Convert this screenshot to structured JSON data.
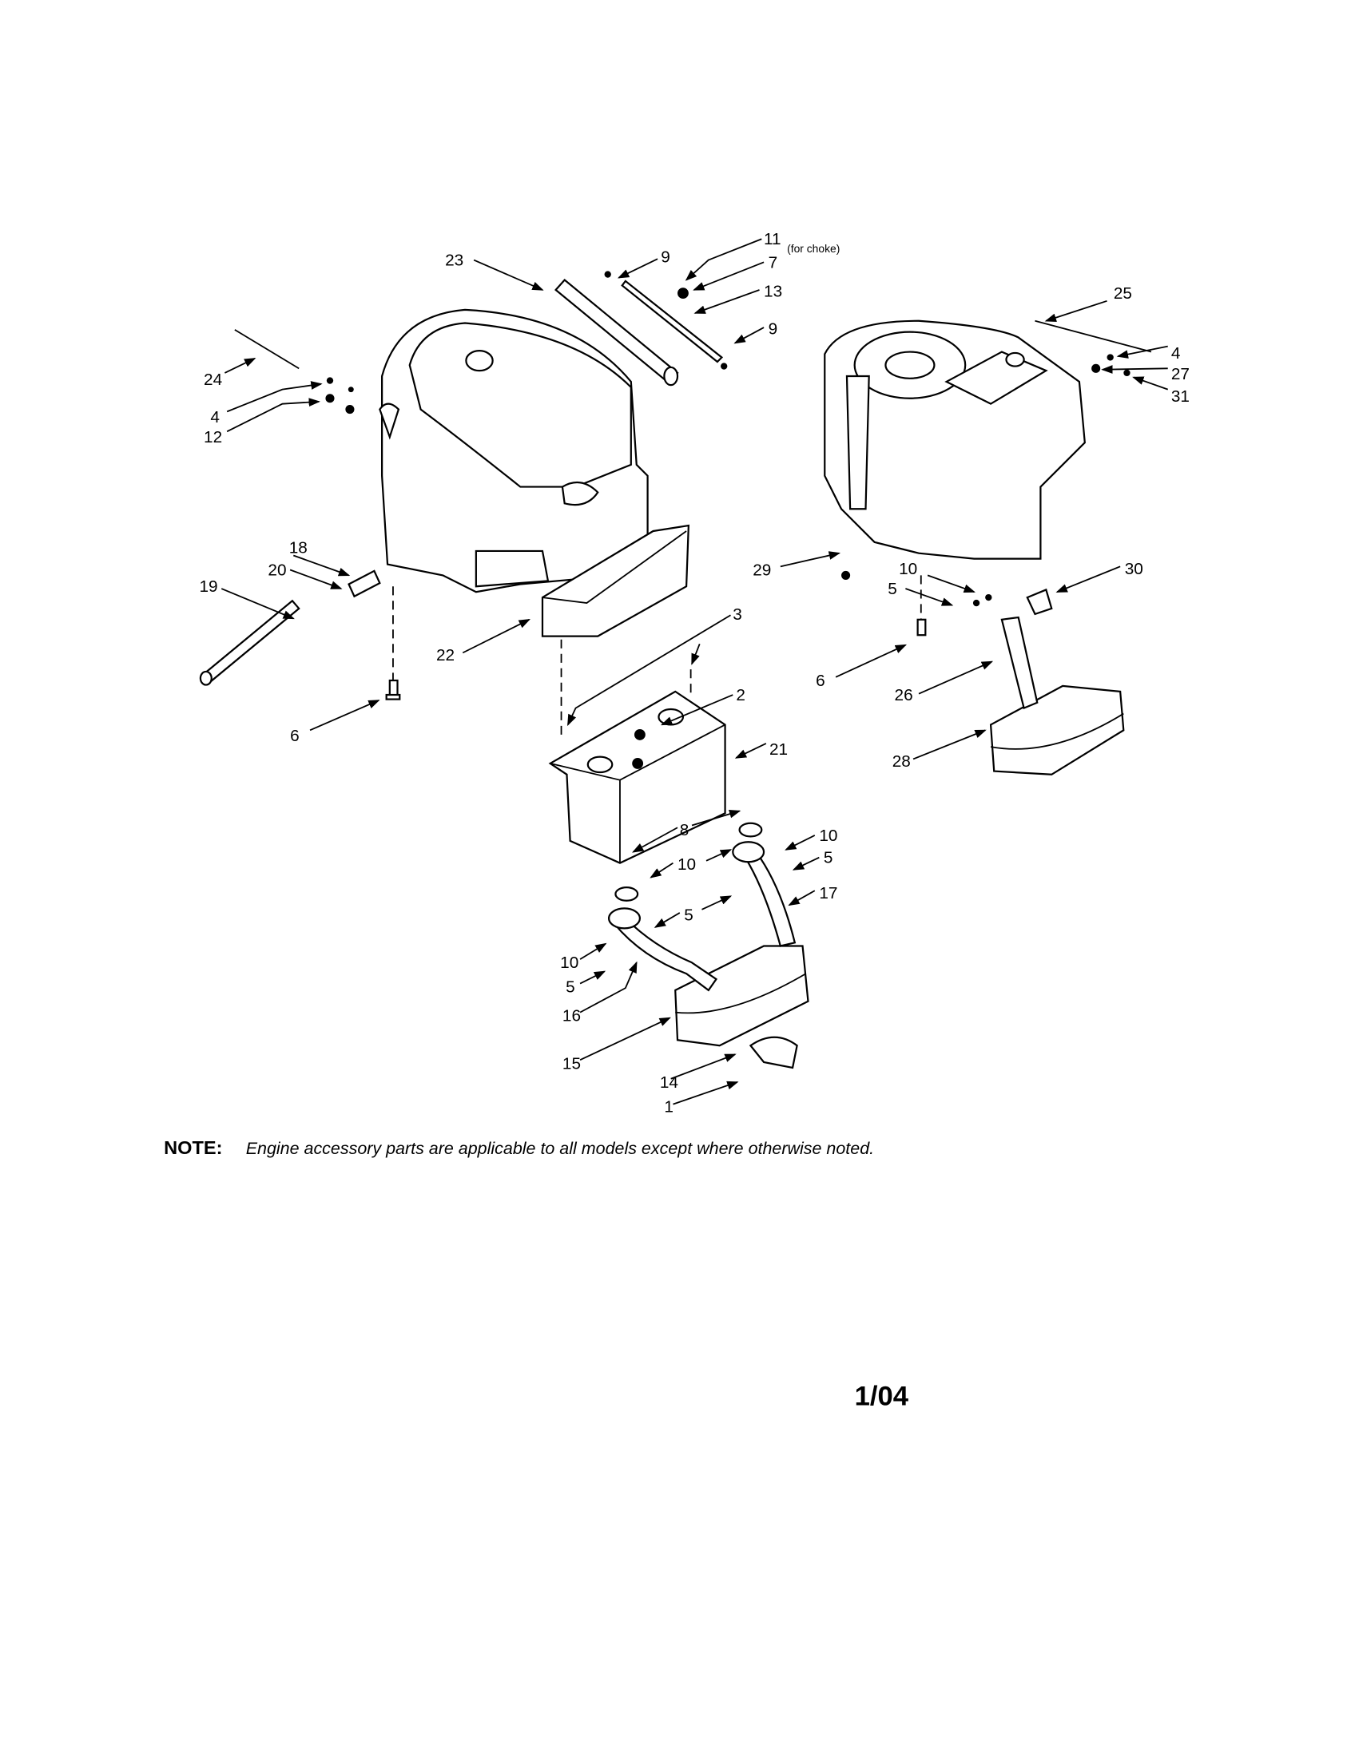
{
  "diagram": {
    "callouts": [
      "23",
      "9",
      "11",
      "(for choke)",
      "7",
      "13",
      "9",
      "24",
      "4",
      "12",
      "25",
      "4",
      "27",
      "31",
      "18",
      "20",
      "19",
      "29",
      "10",
      "5",
      "30",
      "22",
      "3",
      "2",
      "21",
      "6",
      "6",
      "26",
      "28",
      "8",
      "10",
      "5",
      "10",
      "5",
      "17",
      "10",
      "5",
      "16",
      "15",
      "14",
      "1"
    ],
    "note_label": "NOTE:",
    "note_text": "Engine  accessory parts are applicable to all models except where otherwise noted.",
    "date_code": "1/04"
  }
}
